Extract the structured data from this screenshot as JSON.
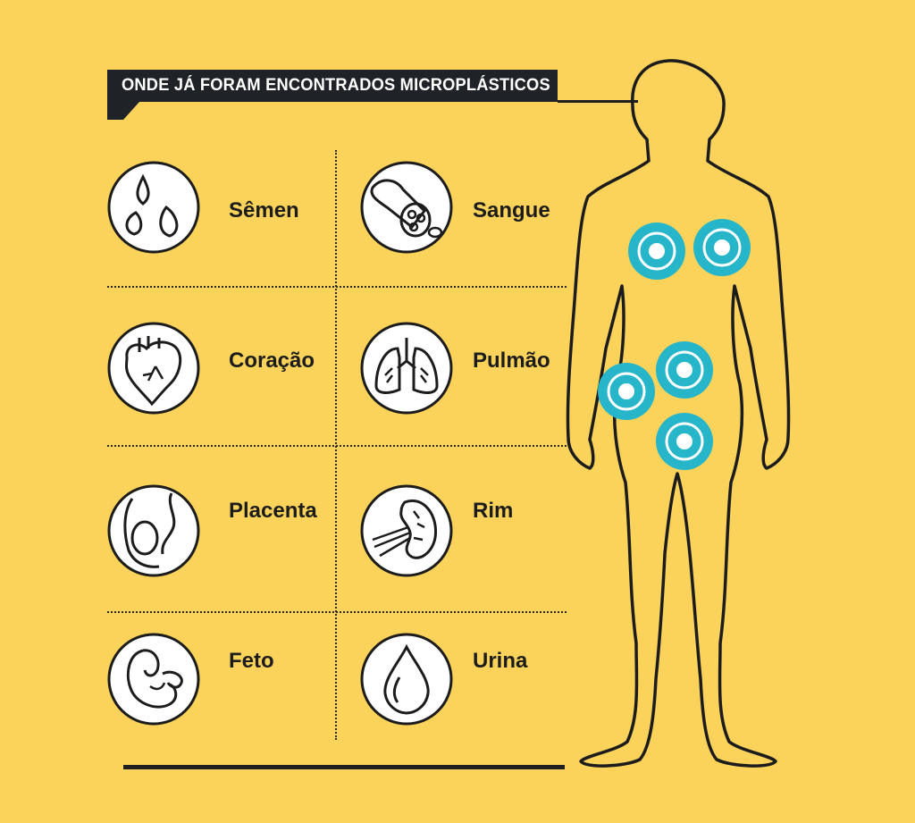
{
  "title": "ONDE JÁ FORAM ENCONTRADOS MICROPLÁSTICOS",
  "items": [
    {
      "label": "Sêmen",
      "icon": "semen-drops-icon"
    },
    {
      "label": "Sangue",
      "icon": "blood-vessel-icon"
    },
    {
      "label": "Coração",
      "icon": "heart-icon"
    },
    {
      "label": "Pulmão",
      "icon": "lungs-icon"
    },
    {
      "label": "Placenta",
      "icon": "placenta-icon"
    },
    {
      "label": "Rim",
      "icon": "kidney-icon"
    },
    {
      "label": "Feto",
      "icon": "fetus-icon"
    },
    {
      "label": "Urina",
      "icon": "urine-drop-icon"
    }
  ],
  "colors": {
    "background": "#fbd35a",
    "ink": "#1f2328",
    "marker": "#27b6c9",
    "icon_fill": "#ffffff"
  }
}
